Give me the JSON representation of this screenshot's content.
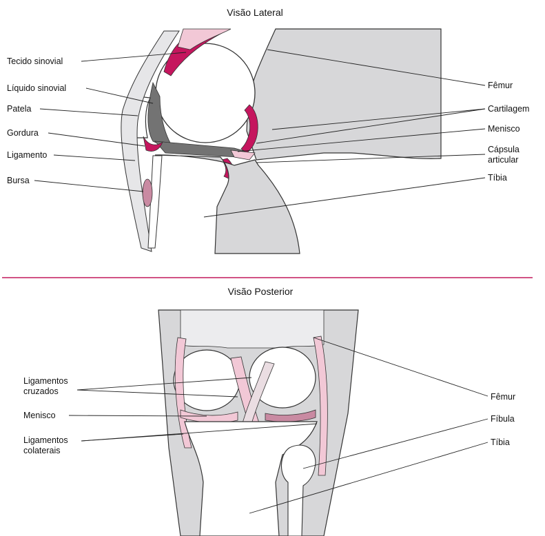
{
  "lateral": {
    "title": "Visão Lateral",
    "labels": {
      "tecido_sinovial": "Tecido sinovial",
      "liquido_sinovial": "Líquido sinovial",
      "patela": "Patela",
      "gordura": "Gordura",
      "ligamento": "Ligamento",
      "bursa": "Bursa",
      "femur": "Fêmur",
      "cartilagem": "Cartilagem",
      "menisco": "Menisco",
      "capsula_line1": "Cápsula",
      "capsula_line2": "articular",
      "tibia": "Tíbia"
    }
  },
  "posterior": {
    "title": "Visão Posterior",
    "labels": {
      "lig_cruzados_line1": "Ligamentos",
      "lig_cruzados_line2": "cruzados",
      "menisco": "Menisco",
      "lig_colaterais_line1": "Ligamentos",
      "lig_colaterais_line2": "colaterais",
      "femur": "Fêmur",
      "fibula": "Fíbula",
      "tibia": "Tíbia"
    }
  },
  "colors": {
    "bone": "#d7d7d9",
    "cartilage": "#f2c8d6",
    "synovial": "#c5165e",
    "fluid": "#737373",
    "divider": "#c2185b"
  }
}
